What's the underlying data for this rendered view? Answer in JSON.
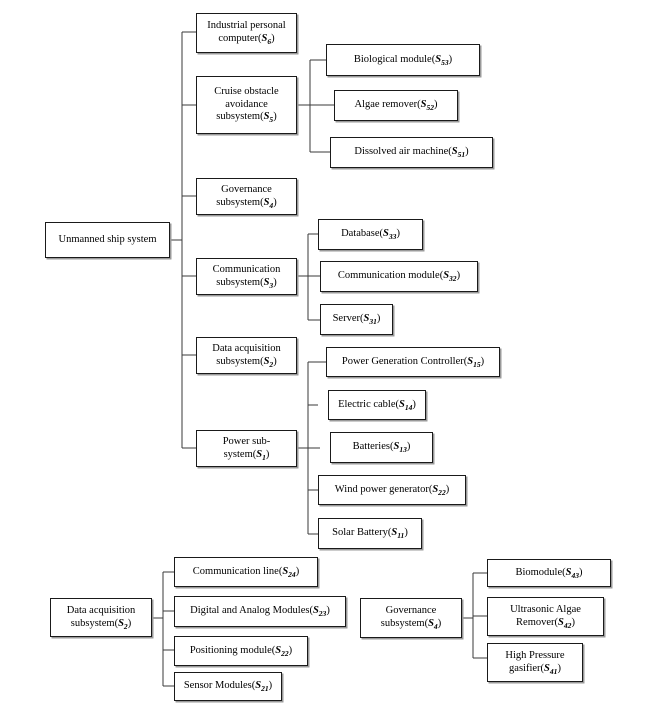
{
  "figure": {
    "title": "Unmanned ship system hierarchical block diagram",
    "line_color": "#3a3a3a",
    "box_border_color": "#1a1a1a",
    "box_fill_color": "#ffffff",
    "shadow_color": "#9a9a9a"
  },
  "nodes": {
    "root": {
      "text": "Unmanned ship system",
      "symbol": "",
      "sub": ""
    },
    "s6": {
      "text": "Industrial personal computer",
      "symbol": "S",
      "sub": "6"
    },
    "s5": {
      "text": "Cruise obstacle avoidance subsystem",
      "symbol": "S",
      "sub": "5"
    },
    "s4": {
      "text": "Governance subsystem",
      "symbol": "S",
      "sub": "4"
    },
    "s3": {
      "text": "Communication subsystem",
      "symbol": "S",
      "sub": "3"
    },
    "s2": {
      "text": "Data acquisition subsystem",
      "symbol": "S",
      "sub": "2"
    },
    "s1": {
      "text": "Power sub-system",
      "symbol": "S",
      "sub": "1"
    },
    "s53": {
      "text": "Biological module",
      "symbol": "S",
      "sub": "53"
    },
    "s52": {
      "text": "Algae remover",
      "symbol": "S",
      "sub": "52"
    },
    "s51": {
      "text": "Dissolved air machine",
      "symbol": "S",
      "sub": "51"
    },
    "s33": {
      "text": "Database",
      "symbol": "S",
      "sub": "33"
    },
    "s32": {
      "text": "Communication module",
      "symbol": "S",
      "sub": "32"
    },
    "s31": {
      "text": "Server",
      "symbol": "S",
      "sub": "31"
    },
    "s15": {
      "text": "Power Generation Controller",
      "symbol": "S",
      "sub": "15"
    },
    "s14": {
      "text": "Electric cable",
      "symbol": "S",
      "sub": "14"
    },
    "s13": {
      "text": "Batteries",
      "symbol": "S",
      "sub": "13"
    },
    "s12": {
      "text": "Wind power generator",
      "symbol": "S",
      "sub": "22"
    },
    "s11": {
      "text": "Solar Battery",
      "symbol": "S",
      "sub": "11"
    },
    "s2b": {
      "text": "Data acquisition subsystem",
      "symbol": "S",
      "sub": "2"
    },
    "s24": {
      "text": "Communication line",
      "symbol": "S",
      "sub": "24"
    },
    "s23": {
      "text": "Digital and Analog Modules",
      "symbol": "S",
      "sub": "23"
    },
    "s22": {
      "text": "Positioning module",
      "symbol": "S",
      "sub": "22"
    },
    "s21": {
      "text": "Sensor Modules",
      "symbol": "S",
      "sub": "21"
    },
    "s4b": {
      "text": "Governance subsystem",
      "symbol": "S",
      "sub": "4"
    },
    "s43": {
      "text": "Biomodule",
      "symbol": "S",
      "sub": "43"
    },
    "s42": {
      "text": "Ultrasonic Algae Remover",
      "symbol": "S",
      "sub": "42"
    },
    "s41": {
      "text": "High Pressure gasifier",
      "symbol": "S",
      "sub": "41"
    }
  }
}
